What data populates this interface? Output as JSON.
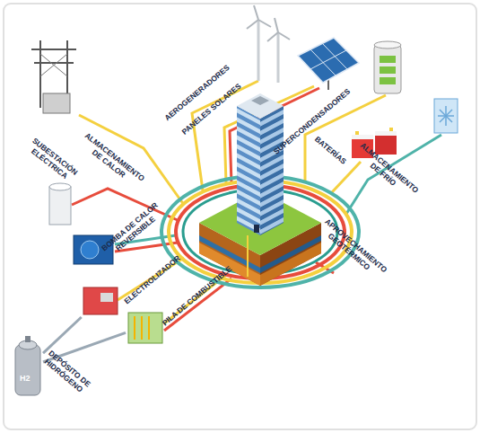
{
  "diagram": {
    "nodes": [
      {
        "text": [
          "SUBESTACIÓN ELÉCTRICA"
        ]
      },
      {
        "text": [
          "ALMACENAMIENTO DE CALOR"
        ]
      },
      {
        "text": [
          "AEROGENERADORES"
        ]
      },
      {
        "text": [
          "PANELES SOLARES"
        ]
      },
      {
        "text": [
          "SUPERCONDENSADORES"
        ]
      },
      {
        "text": [
          "BATERÍAS"
        ]
      },
      {
        "text": [
          "ALMACENAMIENTO DE FRÍO"
        ]
      },
      {
        "text": [
          "APROVECHAMIENTO GEOTÉRMICO"
        ]
      },
      {
        "text": [
          "BOMBA DE CALOR REVERSIBLE"
        ]
      },
      {
        "text": [
          "ELECTROLIZADOR"
        ]
      },
      {
        "text": [
          "PILA DE COMBUSTIBLE"
        ]
      },
      {
        "text": [
          "DEPÓSITO DE HIDRÓGENO"
        ]
      }
    ],
    "edges": [
      {
        "from": 11,
        "to": 9,
        "arrow": "none"
      },
      {
        "from": 11,
        "to": 10,
        "arrow": "none"
      }
    ],
    "labels": [
      "H2"
    ]
  }
}
